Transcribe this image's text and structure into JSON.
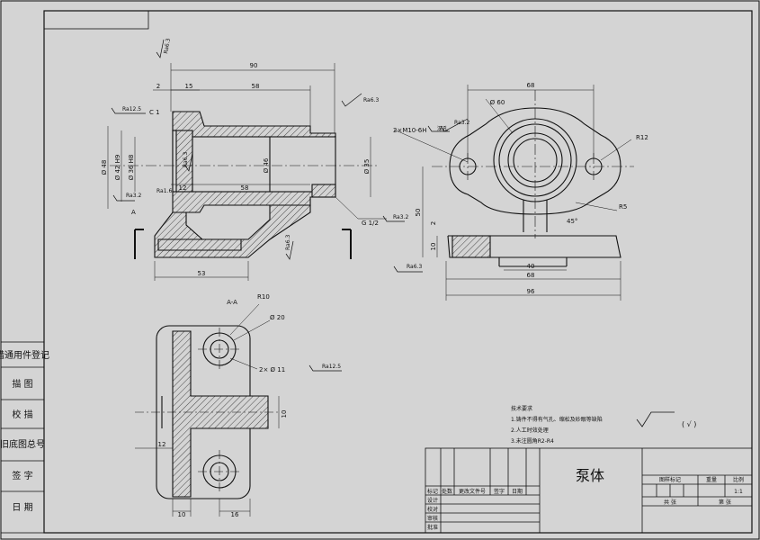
{
  "side_panel": [
    {
      "name": "side-label-register",
      "text": "借通用件登记"
    },
    {
      "name": "side-label-trace",
      "text": "描 图"
    },
    {
      "name": "side-label-proof",
      "text": "校 描"
    },
    {
      "name": "side-label-old-no",
      "text": "旧底图总号"
    },
    {
      "name": "side-label-sign",
      "text": "签 字"
    },
    {
      "name": "side-label-date",
      "text": "日 期"
    }
  ],
  "front_view": {
    "dims": {
      "len90": "90",
      "len58top": "58",
      "len15": "15",
      "len2": "2",
      "len58mid": "58",
      "len53": "53",
      "len12": "12",
      "d46": "Ø 46",
      "d42": "Ø 42 H9",
      "d36": "Ø 36 H8",
      "d48": "Ø 48",
      "d35": "Ø 35",
      "chamfer": "C 1",
      "thread": "G 1/2"
    },
    "roughness": {
      "r63_top": "Ra6.3",
      "r125": "Ra12.5",
      "r63_right": "Ra6.3",
      "r32_in": "Ra3.2",
      "r32_thread": "Ra3.2",
      "r63_bore": "Ra6.3",
      "r63_base": "Ra6.3",
      "r1": "Ra1.6"
    },
    "section_mark": "A"
  },
  "side_view": {
    "dims": {
      "w68top": "68",
      "d60": "Ø 60",
      "holes": "2×M10-6H",
      "r12": "R12",
      "r5": "R5",
      "h50": "50",
      "h2": "2",
      "h10": "10",
      "w40": "40",
      "w68bot": "68",
      "w96": "96",
      "ang": "45°"
    },
    "roughness": {
      "r32": "Ra3.2",
      "r63": "Ra6.3"
    },
    "label_kong": "深孔"
  },
  "section_view": {
    "title": "A-A",
    "dims": {
      "r10": "R10",
      "d20": "Ø 20",
      "holes": "2× Ø 11",
      "h10": "10",
      "w12": "12",
      "w10": "10",
      "w16": "16"
    },
    "roughness": {
      "r125": "Ra12.5"
    }
  },
  "notes": {
    "title": "技术要求",
    "items": [
      "1.铸件不得有气孔、缩松及砂眼等缺陷",
      "2.人工时效处理",
      "3.未注圆角R2-R4"
    ]
  },
  "general_roughness": {
    "symbol": "√",
    "paren": "( √ )"
  },
  "title_block": {
    "part_name": "泵体",
    "rev_headers": [
      "标记",
      "处数",
      "更改文件号",
      "签字",
      "日期"
    ],
    "role_labels": [
      "设计",
      "校对",
      "审核",
      "批准"
    ],
    "right_headers": [
      "图样标记",
      "重量",
      "比例"
    ],
    "scale": "1:1",
    "sheet_labels": [
      "共 张",
      "第 张"
    ]
  }
}
